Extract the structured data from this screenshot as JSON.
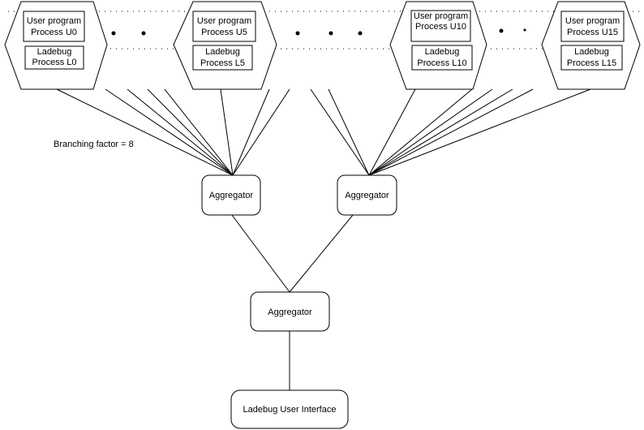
{
  "processes": [
    {
      "user_line1": "User program",
      "user_line2": "Process U0",
      "lade_line1": "Ladebug",
      "lade_line2": "Process L0"
    },
    {
      "user_line1": "User program",
      "user_line2": "Process U5",
      "lade_line1": "Ladebug",
      "lade_line2": "Process L5"
    },
    {
      "user_line1": "User program",
      "user_line2": "Process U10",
      "lade_line1": "Ladebug",
      "lade_line2": "Process L10"
    },
    {
      "user_line1": "User program",
      "user_line2": "Process U15",
      "lade_line1": "Ladebug",
      "lade_line2": "Process L15"
    }
  ],
  "branching_label": "Branching factor = 8",
  "aggregators": {
    "left": "Aggregator",
    "right": "Aggregator",
    "root": "Aggregator"
  },
  "ui_label": "Ladebug User Interface"
}
